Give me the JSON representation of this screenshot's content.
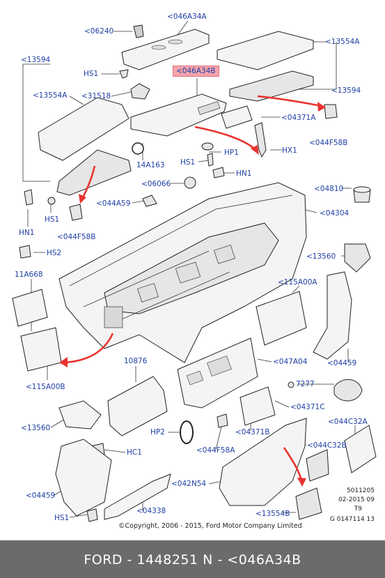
{
  "labels": {
    "l_06240": "<06240",
    "l_046A34A": "<046A34A",
    "l_13554A_tr": "<13554A",
    "l_13594_tl": "<13594",
    "l_HS1_a": "HS1",
    "l_046A34B": "<046A34B",
    "l_13554A_l": "<13554A",
    "l_31518": "<31518",
    "l_13594_r": "<13594",
    "l_04371A": "<04371A",
    "l_044F58B_r": "<044F58B",
    "l_HP1": "HP1",
    "l_HX1": "HX1",
    "l_14A163": "14A163",
    "l_HS1_b": "HS1",
    "l_HN1_b": "HN1",
    "l_06066": "<06066",
    "l_04810": "<04810",
    "l_044A59": "<044A59",
    "l_04304": "<04304",
    "l_HN1_a": "HN1",
    "l_HS1_c": "HS1",
    "l_044F58B_l": "<044F58B",
    "l_HS2": "HS2",
    "l_13560_r": "<13560",
    "l_11A668": "11A668",
    "l_115A00A": "<115A00A",
    "l_04459_r": "<04459",
    "l_047A04": "<047A04",
    "l_10876": "10876",
    "l_115A00B": "<115A00B",
    "l_7277": "7277",
    "l_04371C": "<04371C",
    "l_13560_l": "<13560",
    "l_044C32A": "<044C32A",
    "l_04371B": "<04371B",
    "l_HP2": "HP2",
    "l_044F58A": "<044F58A",
    "l_044C32B": "<044C32B",
    "l_HC1": "HC1",
    "l_042N54": "<042N54",
    "l_04459_l": "<04459",
    "l_04338": "<04338",
    "l_HS1_d": "HS1",
    "l_13554B": "<13554B"
  },
  "meta": {
    "line1": "5011205",
    "line2": "02-2015 09",
    "line3": "T9",
    "line4": "G 0147114 13"
  },
  "copyright": "©Copyright, 2006 - 2015, Ford Motor Company Limited",
  "footer": "FORD - 1448251     N - <046A34B",
  "colors": {
    "label_text": "#1f3fa3",
    "highlight_bg": "#f4a3ad",
    "arrow": "#e8332f",
    "footer_bg": "#6b6b6b",
    "footer_text": "#ffffff"
  }
}
